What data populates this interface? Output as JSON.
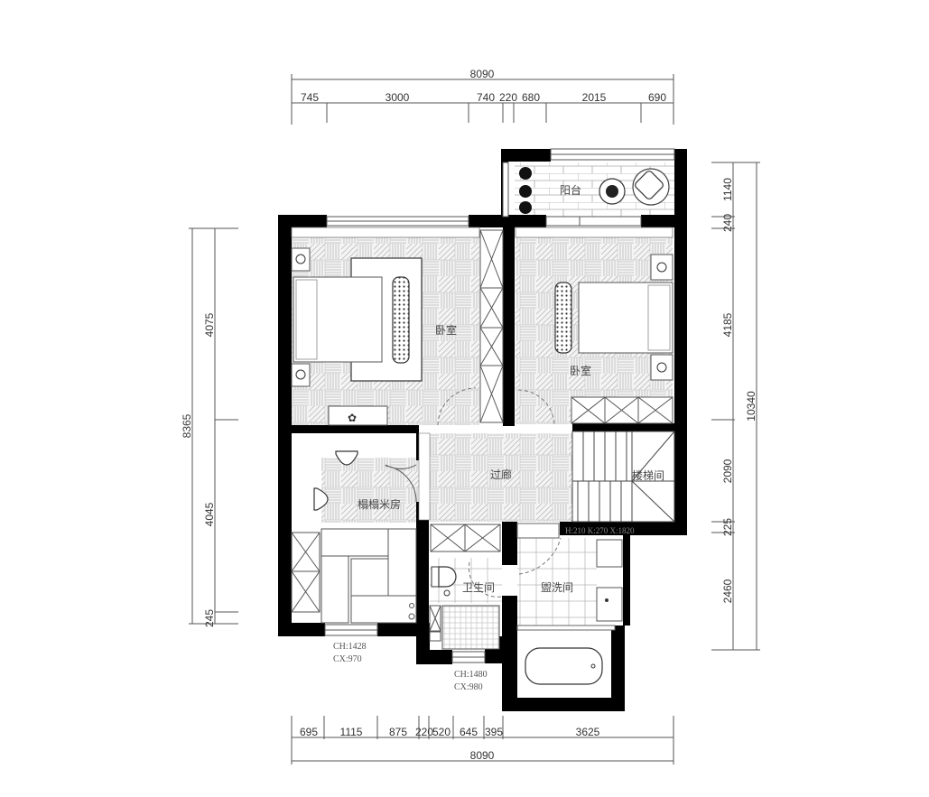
{
  "drawing": {
    "type": "floor-plan",
    "background": "#ffffff",
    "wall_color": "#000000",
    "line_color": "#333333"
  },
  "dimensions": {
    "top": {
      "total": "8090",
      "segments": [
        "745",
        "3000",
        "740",
        "220",
        "680",
        "2015",
        "690"
      ]
    },
    "bottom": {
      "total": "8090",
      "segments": [
        "695",
        "1115",
        "875",
        "220",
        "520",
        "645",
        "395",
        "3625"
      ]
    },
    "left": {
      "total": "8365",
      "segments": [
        "4075",
        "4045",
        "245"
      ]
    },
    "right": {
      "total": "10340",
      "segments": [
        "1140",
        "240",
        "4185",
        "2090",
        "225",
        "2460"
      ]
    }
  },
  "rooms": {
    "balcony": "阳台",
    "bedroom_left": "卧室",
    "bedroom_right": "卧室",
    "tatami": "榻榻米房",
    "corridor": "过廊",
    "stairwell": "楼梯间",
    "toilet": "卫生间",
    "washroom": "盥洗间"
  },
  "annotations": {
    "stair_spec": "H:210 K:270 X:1820",
    "window_tatami_ch": "CH:1428",
    "window_tatami_cx": "CX:970",
    "window_toilet_ch": "CH:1480",
    "window_toilet_cx": "CX:980"
  }
}
